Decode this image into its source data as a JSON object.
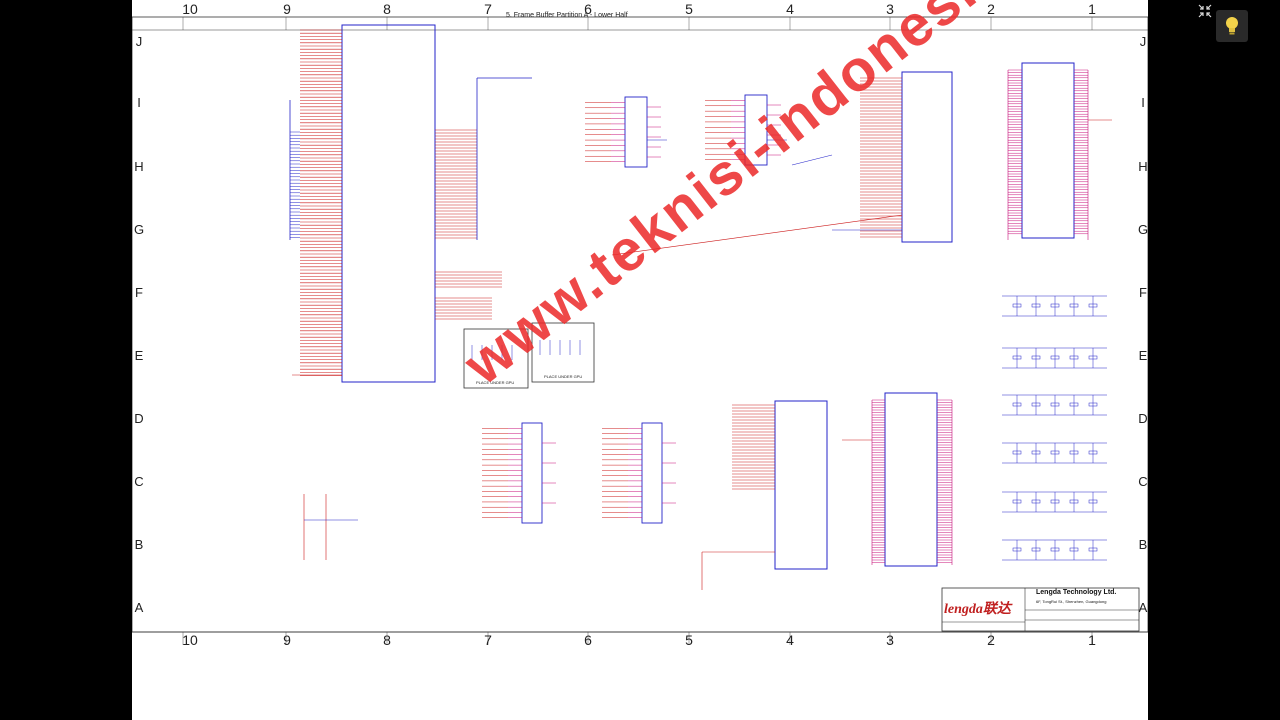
{
  "page": {
    "title": "5. Frame Buffer Partition A - Lower Half",
    "watermark": "www.teknisi-indonesia.com",
    "columns_top": [
      "10",
      "9",
      "8",
      "7",
      "6",
      "5",
      "4",
      "3",
      "2",
      "1"
    ],
    "columns_bottom": [
      "10",
      "9",
      "8",
      "7",
      "6",
      "5",
      "4",
      "3",
      "2",
      "1"
    ],
    "rows_left": [
      "J",
      "I",
      "H",
      "G",
      "F",
      "E",
      "D",
      "C",
      "B",
      "A"
    ],
    "rows_right": [
      "J",
      "I",
      "H",
      "G",
      "F",
      "E",
      "D",
      "C",
      "B",
      "A"
    ]
  },
  "title_block": {
    "logo": "lengda联达",
    "company": "Lengda Technology Ltd.",
    "address": "6F, TongRui St., Shenzhen, Guangdong"
  },
  "schematic": {
    "place_under_gpu_1": "PLACE UNDER GPU",
    "place_under_gpu_2": "PLACE UNDER GPU"
  },
  "colors": {
    "wire": "#2323c8",
    "net": "#cc1a1a",
    "pin": "#c8107a",
    "frame": "#333333",
    "viewer_bg": "#000000"
  },
  "icons": {
    "fullscreen": "collapse-arrows-icon",
    "hint": "lightbulb-icon"
  }
}
